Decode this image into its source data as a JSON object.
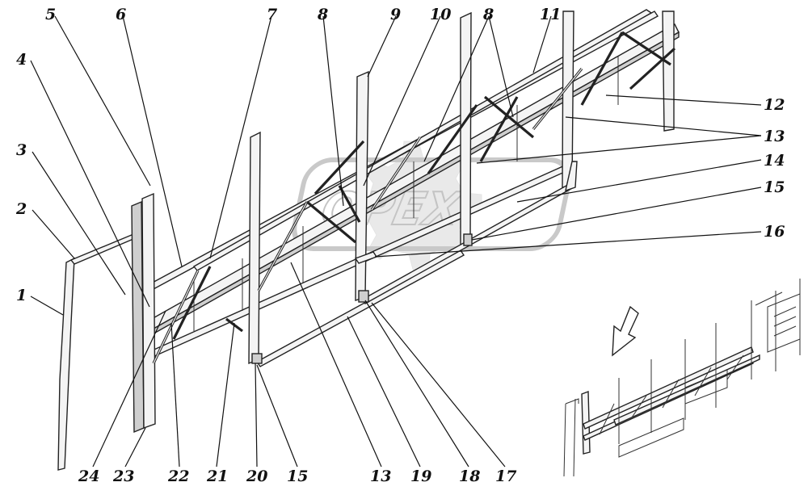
{
  "watermark": {
    "text": "OPEX"
  },
  "callouts": {
    "c1": "1",
    "c2": "2",
    "c3": "3",
    "c4": "4",
    "c5": "5",
    "c6": "6",
    "c7": "7",
    "c8a": "8",
    "c9": "9",
    "c10": "10",
    "c8b": "8",
    "c11": "11",
    "c12": "12",
    "c13r": "13",
    "c14": "14",
    "c15r": "15",
    "c16": "16",
    "c24": "24",
    "c23": "23",
    "c22": "22",
    "c21": "21",
    "c20": "20",
    "c15b": "15",
    "c13b": "13",
    "c19": "19",
    "c18": "18",
    "c17": "17"
  },
  "inset": {
    "arrow_icon": "arrow-down-left-icon"
  }
}
